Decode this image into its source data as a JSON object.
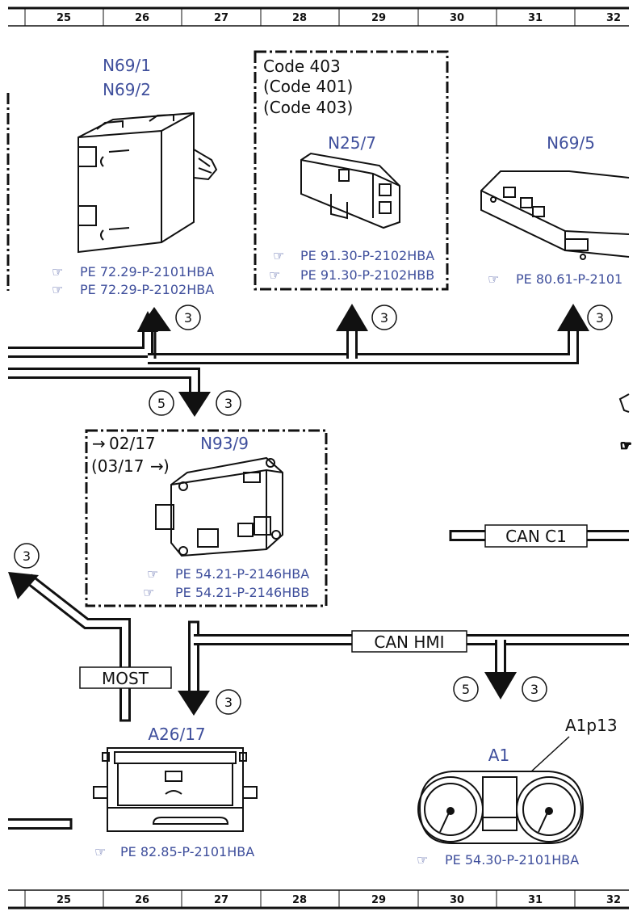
{
  "ruler": {
    "columns": [
      "25",
      "26",
      "27",
      "28",
      "29",
      "30",
      "31",
      "32"
    ]
  },
  "components": {
    "n69_1": "N69/1",
    "n69_2": "N69/2",
    "n25_7": "N25/7",
    "n69_5": "N69/5",
    "n93_9": "N93/9",
    "a26_17": "A26/17",
    "a1": "A1",
    "a1p13": "A1p13"
  },
  "codes": {
    "n25_7_line1": "Code 403",
    "n25_7_line2": "(Code 401)",
    "n25_7_line3": "(Code 403)",
    "n93_9_line1": "02/17",
    "n93_9_line2": "(03/17",
    "n93_9_line2_close": ")"
  },
  "references": {
    "n69_ref1": "PE 72.29-P-2101HBA",
    "n69_ref2": "PE 72.29-P-2102HBA",
    "n25_ref1": "PE 91.30-P-2102HBA",
    "n25_ref2": "PE 91.30-P-2102HBB",
    "n69_5_ref": "PE 80.61-P-2101",
    "n93_ref1": "PE 54.21-P-2146HBA",
    "n93_ref2": "PE 54.21-P-2146HBB",
    "a26_ref": "PE 82.85-P-2101HBA",
    "a1_ref": "PE 54.30-P-2101HBA"
  },
  "bus_labels": {
    "can_c1": "CAN C1",
    "can_hmi": "CAN HMI",
    "most": "MOST"
  },
  "circle_numbers": {
    "n69_up": "3",
    "n25_up": "3",
    "n69_5_up": "3",
    "n93_down_left": "5",
    "n93_down_right": "3",
    "most_up": "3",
    "a26_down": "3",
    "a1_down_left": "5",
    "a1_down_right": "3"
  },
  "colors": {
    "link": "#3f4f9c",
    "ink": "#111111",
    "bus_fill": "#ffffff"
  }
}
